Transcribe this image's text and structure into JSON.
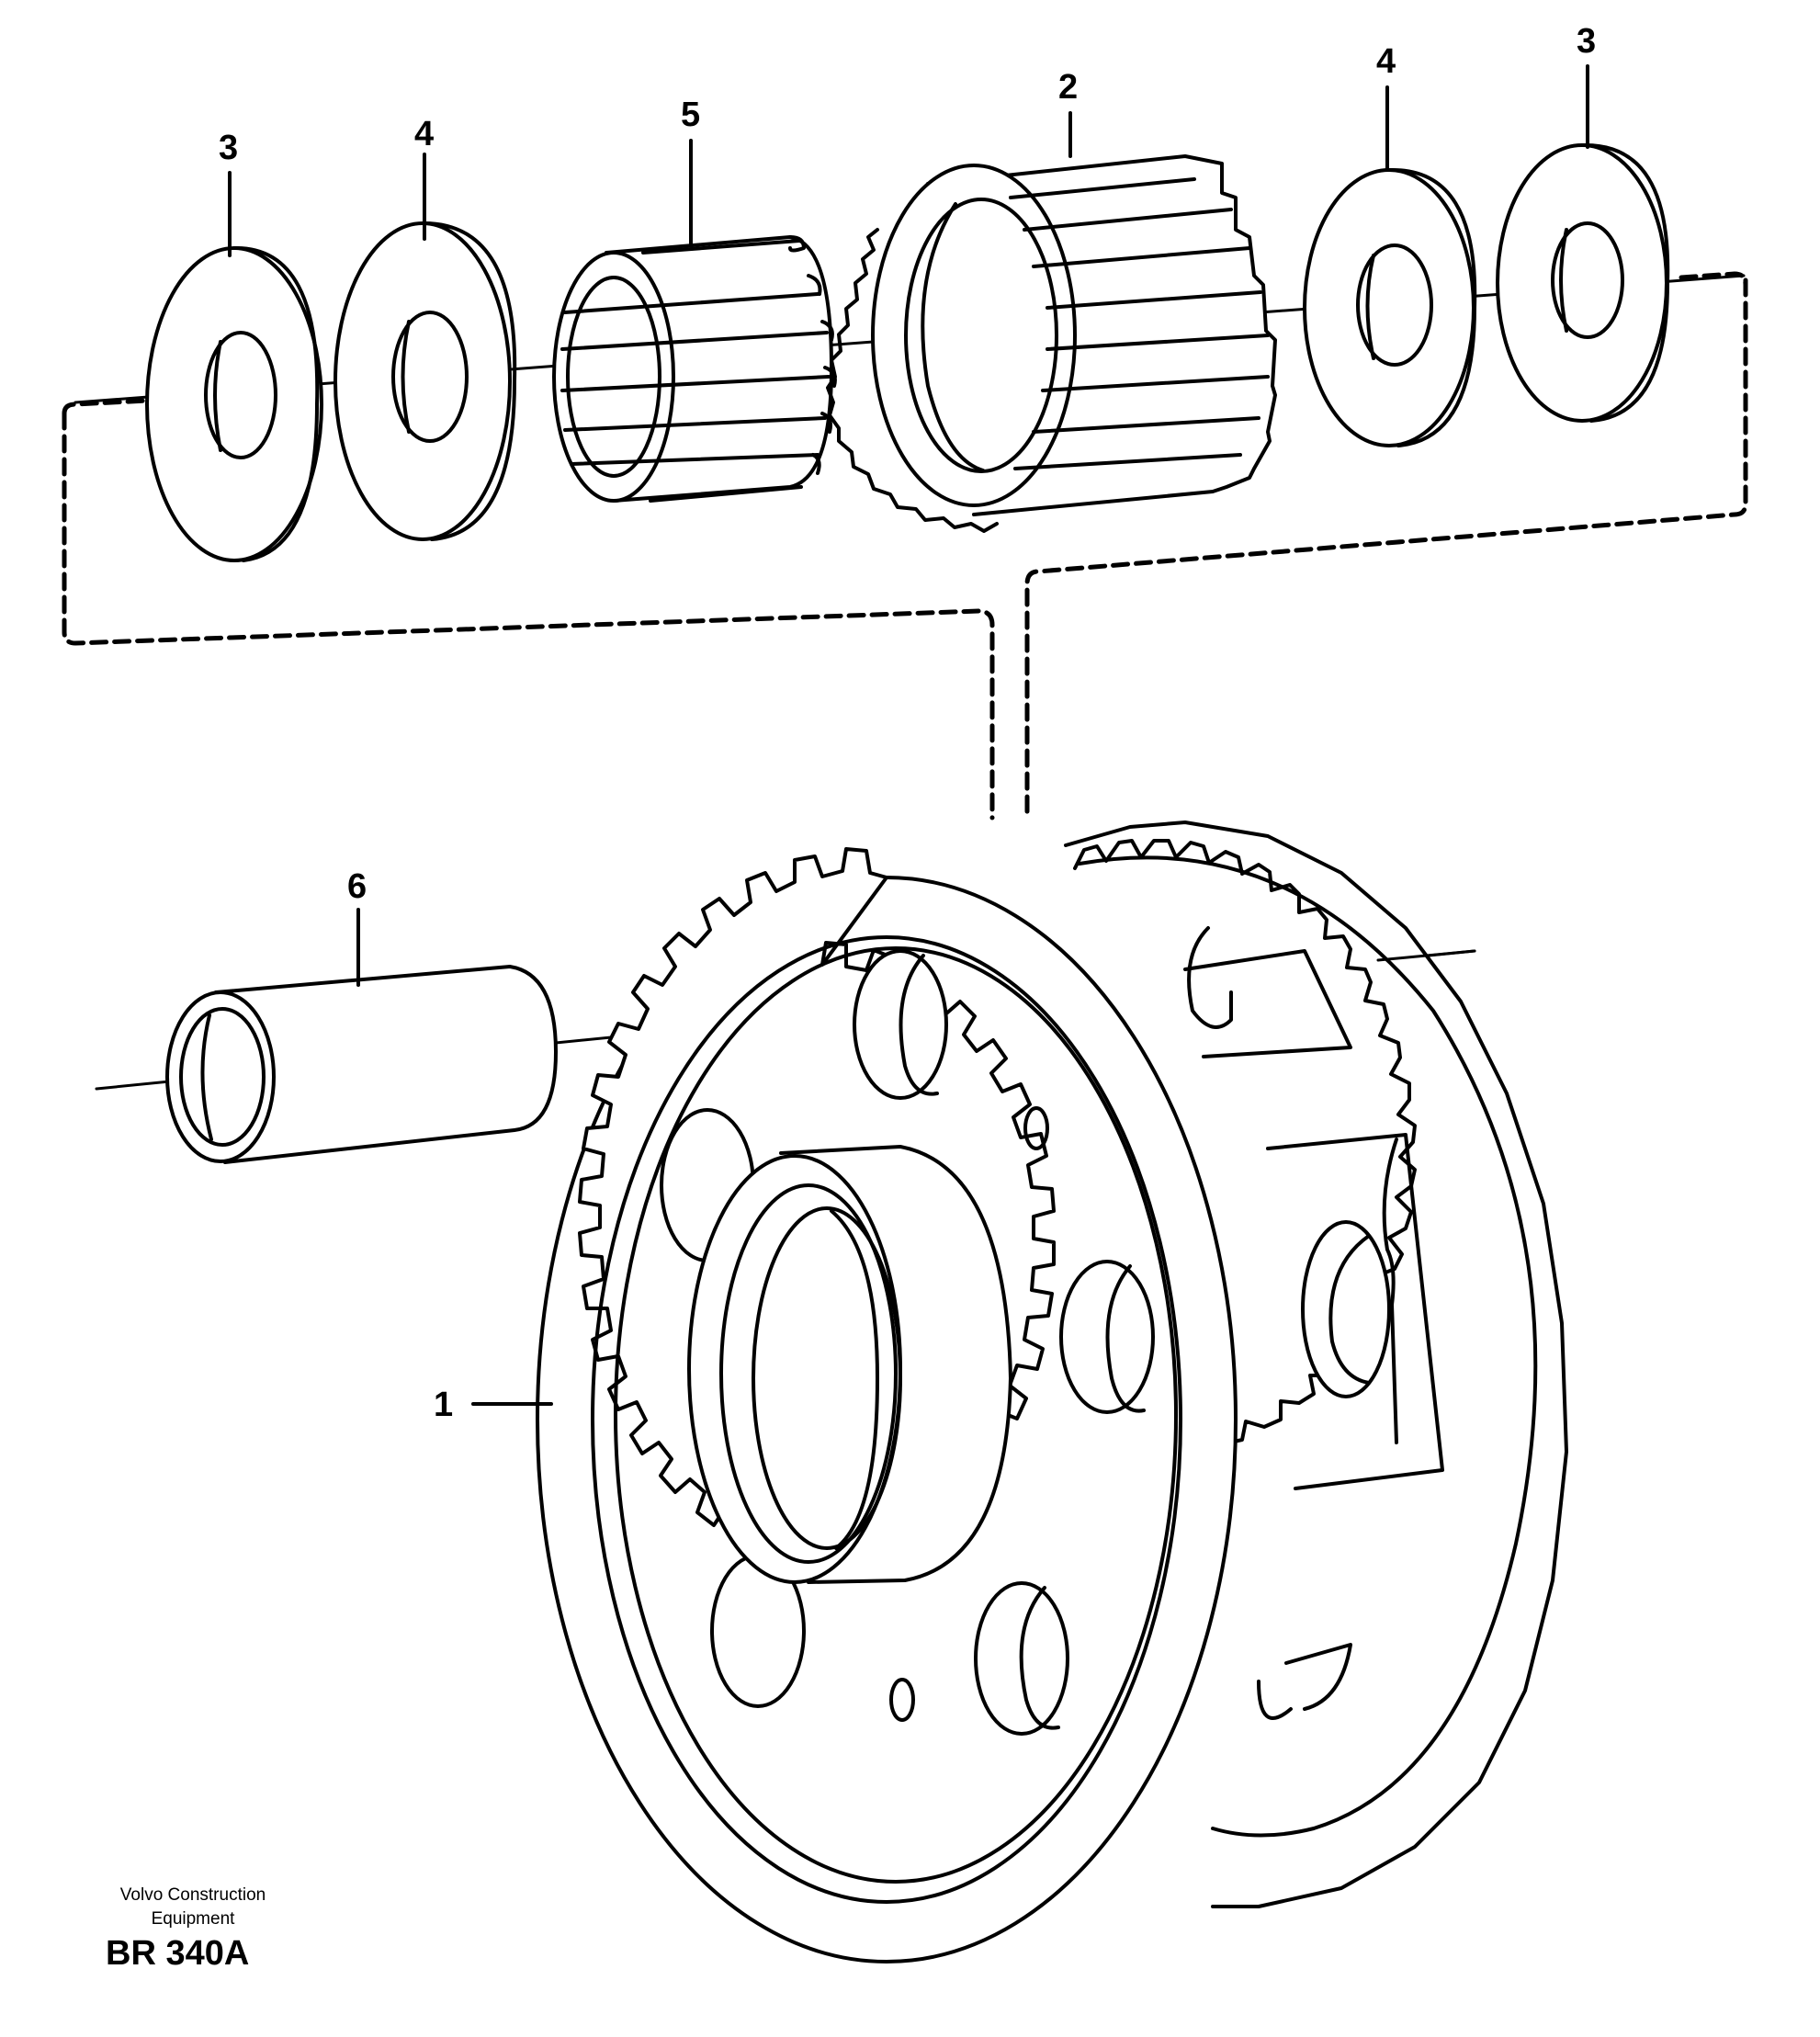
{
  "callouts": {
    "c1": "1",
    "c2": "2",
    "c3_left": "3",
    "c4_left": "4",
    "c5": "5",
    "c4_right": "4",
    "c3_right": "3",
    "c6": "6"
  },
  "credit": {
    "line1": "Volvo Construction",
    "line2": "Equipment",
    "code": "BR 340A"
  },
  "colors": {
    "ink": "#000000",
    "paper": "#ffffff"
  }
}
